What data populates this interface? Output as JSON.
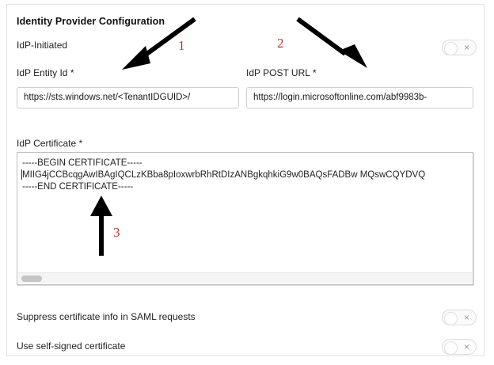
{
  "card": {
    "section_title": "Identity Provider Configuration"
  },
  "fields": {
    "idp_initiated_label": "IdP-Initiated",
    "entity_id_label": "IdP Entity Id *",
    "entity_id_value": "https://sts.windows.net/<TenantIDGUID>/",
    "post_url_label": "IdP POST URL *",
    "post_url_value": "https://login.microsoftonline.com/abf9983b-",
    "certificate_label": "IdP Certificate *",
    "certificate_value": "-----BEGIN CERTIFICATE-----\nMIIG4jCCBcqgAwIBAgIQCLzKBba8pIoxwrbRhRtDIzANBgkqhkiG9w0BAQsFADBw MQswCQYDVQ\n-----END CERTIFICATE-----"
  },
  "options": {
    "suppress_label": "Suppress certificate info in SAML requests",
    "self_signed_label": "Use self-signed certificate"
  },
  "toggles": {
    "state_icon": "×",
    "idp_initiated_state": "off",
    "suppress_state": "off",
    "self_signed_state": "off"
  },
  "annotations": {
    "marker_1": "1",
    "marker_2": "2",
    "marker_3": "3",
    "color": "#b5373c"
  }
}
